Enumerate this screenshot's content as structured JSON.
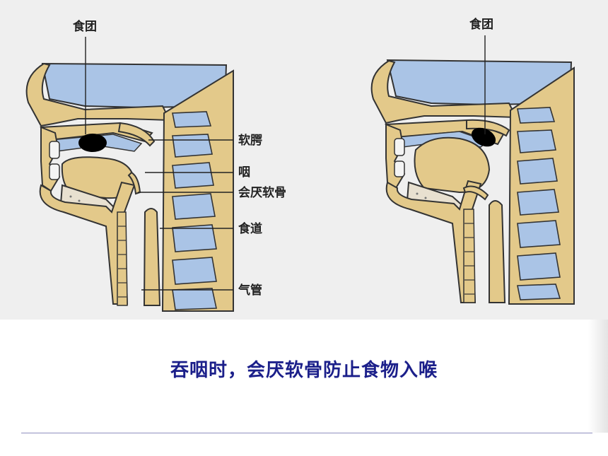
{
  "diagram": {
    "left_panel_labels": {
      "bolus": "食团",
      "soft_palate": "软腭",
      "pharynx": "咽",
      "epiglottis": "会厌软骨",
      "esophagus": "食道",
      "trachea": "气管"
    },
    "right_panel_labels": {
      "bolus": "食团"
    },
    "colors": {
      "bone": "#e3c98a",
      "cavity": "#aac4e6",
      "outline": "#333333",
      "background": "#efefef",
      "caption": "#1b1f8a"
    }
  },
  "caption": "吞咽时，会厌软骨防止食物入喉"
}
